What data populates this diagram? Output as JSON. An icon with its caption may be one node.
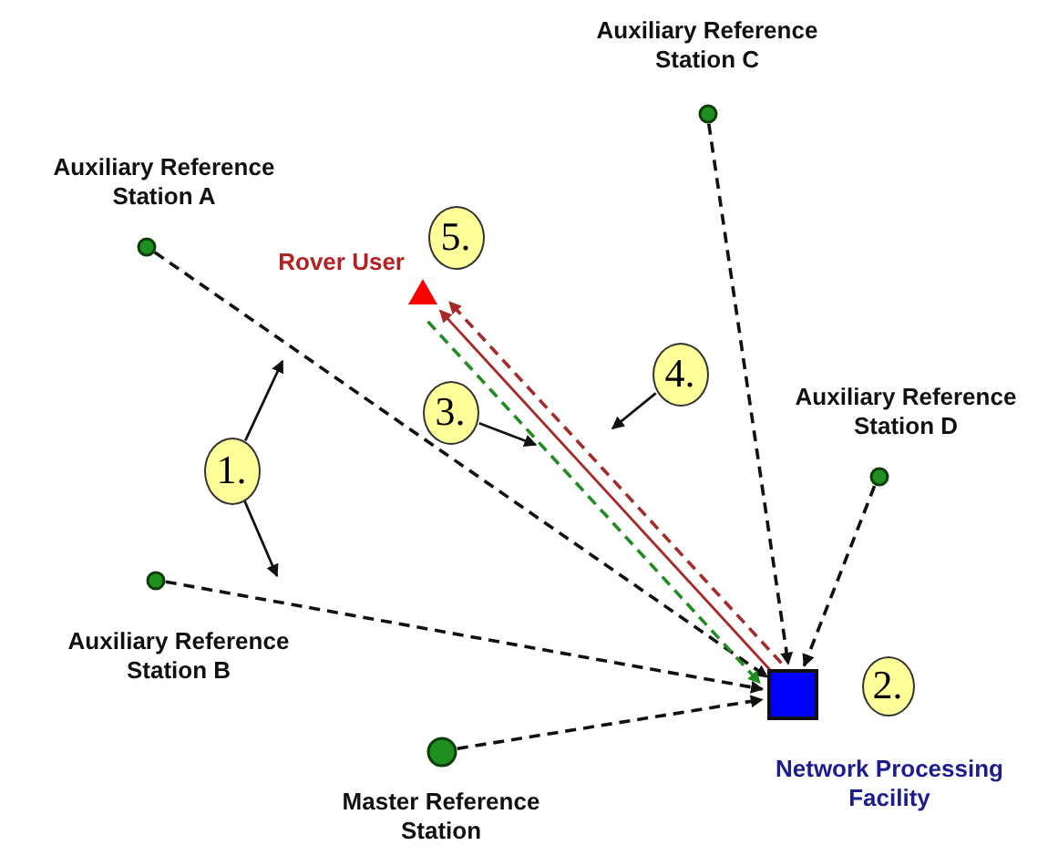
{
  "diagram": {
    "nodes": [
      {
        "text": [],
        "shape": "circle",
        "beside": [
          "Auxiliary Reference Station A"
        ]
      },
      {
        "text": [],
        "shape": "circle",
        "beside": [
          "Auxiliary Reference Station C"
        ]
      },
      {
        "text": [],
        "shape": "circle",
        "beside": [
          "Auxiliary Reference Station D"
        ]
      },
      {
        "text": [],
        "shape": "circle",
        "beside": [
          "Auxiliary Reference Station B"
        ]
      },
      {
        "text": [],
        "shape": "circle",
        "beside": [
          "Master Reference Station"
        ]
      },
      {
        "text": [],
        "shape": "box",
        "beside": [
          "Network Processing Facility"
        ]
      },
      {
        "text": [],
        "shape": "triangle",
        "beside": [
          "Rover User"
        ]
      },
      {
        "text": [
          "1."
        ]
      },
      {
        "text": [
          "2."
        ]
      },
      {
        "text": [
          "3."
        ]
      },
      {
        "text": [
          "4."
        ]
      },
      {
        "text": [
          "5."
        ]
      }
    ],
    "edges": [
      {
        "from": 0,
        "to": 5,
        "arrow": "to",
        "style": "dashed"
      },
      {
        "from": 1,
        "to": 5,
        "arrow": "to",
        "style": "dashed"
      },
      {
        "from": 2,
        "to": 5,
        "arrow": "to",
        "style": "dashed"
      },
      {
        "from": 3,
        "to": 5,
        "arrow": "to",
        "style": "dashed"
      },
      {
        "from": 4,
        "to": 5,
        "arrow": "to",
        "style": "dashed"
      },
      {
        "from": 6,
        "to": 5,
        "arrow": "to",
        "style": "dashed",
        "color": "#228b22"
      },
      {
        "from": 5,
        "to": 6,
        "arrow": "to",
        "color": "#a52a2a"
      },
      {
        "from": 5,
        "to": 6,
        "arrow": "to",
        "style": "dashed",
        "color": "#a52a2a"
      },
      {
        "from": 7,
        "to": null,
        "arrow": "to"
      },
      {
        "from": 7,
        "to": null,
        "arrow": "to"
      },
      {
        "from": 9,
        "to": null,
        "arrow": "to"
      },
      {
        "from": 10,
        "to": null,
        "arrow": "to"
      }
    ]
  }
}
